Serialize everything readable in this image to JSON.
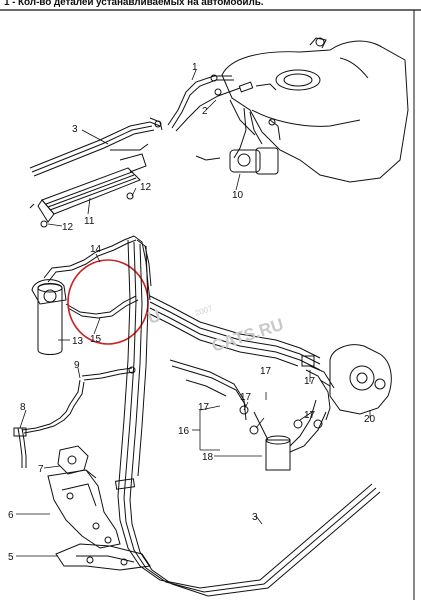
{
  "header": {
    "note": "1 - Кол-во деталей устанавливаемых на автомобиль."
  },
  "callouts": [
    "1",
    "2",
    "3",
    "5",
    "6",
    "7",
    "8",
    "9",
    "10",
    "11",
    "12",
    "12",
    "13",
    "14",
    "15",
    "16",
    "17",
    "17",
    "17",
    "17",
    "17",
    "18",
    "20",
    "3"
  ],
  "watermark": {
    "text": "CATS.RU",
    "small": "2007"
  },
  "colors": {
    "ink": "#111111",
    "highlight_circle": "#cc1f1f",
    "watermark": "#c9c9c9"
  }
}
